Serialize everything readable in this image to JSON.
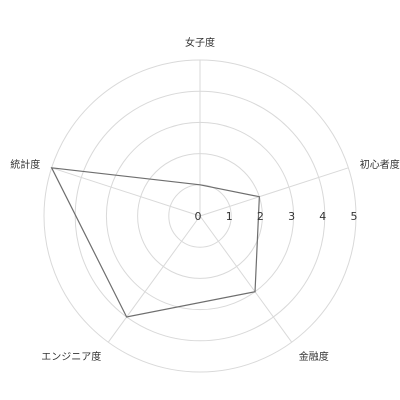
{
  "chart_data": {
    "type": "radar",
    "title": "",
    "axes": [
      "女子度",
      "初心者度",
      "金融度",
      "エンジニア度",
      "統計度"
    ],
    "ticks": [
      0,
      1,
      2,
      3,
      4,
      5
    ],
    "range": [
      0,
      5
    ],
    "grid": true,
    "series": [
      {
        "values": [
          1,
          2,
          3,
          4,
          5
        ],
        "color": "#6e6e6e"
      }
    ],
    "colors": {
      "grid": "#d9d9d9",
      "text": "#333333",
      "background": "#ffffff"
    }
  }
}
